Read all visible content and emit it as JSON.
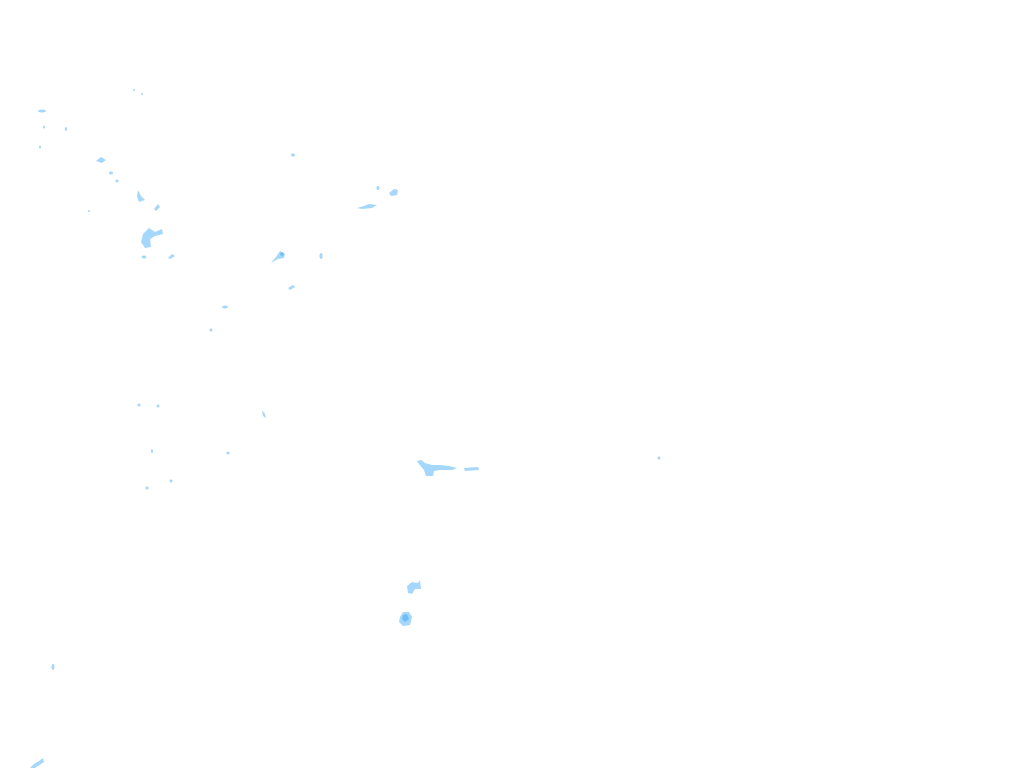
{
  "map": {
    "background": "#ffffff",
    "water_color": "#9fd5fb",
    "water_deep_color": "#6bbef6",
    "features": [
      "lakes",
      "reservoirs",
      "rivers"
    ]
  }
}
